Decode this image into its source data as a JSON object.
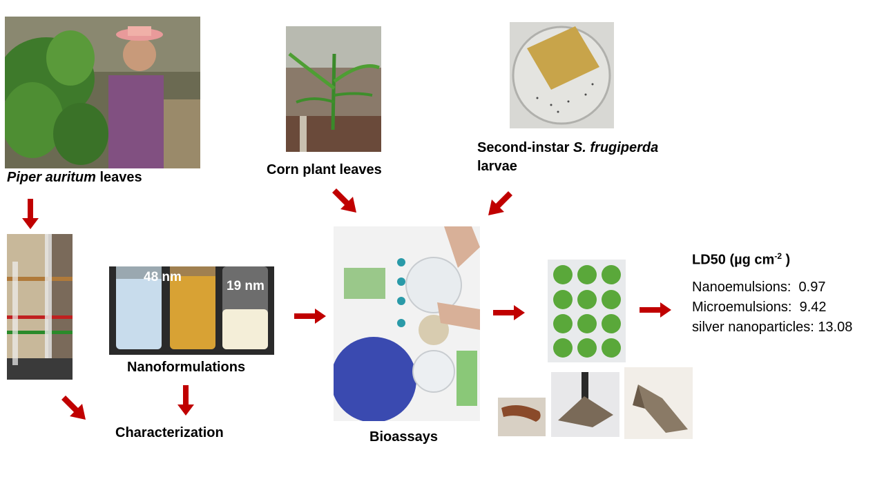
{
  "labels": {
    "piper_italic": "Piper auritum",
    "piper_rest": " leaves",
    "corn": "Corn plant leaves",
    "larvae_line1_prefix": "Second-instar ",
    "larvae_line1_italic": "S. frugiperda",
    "larvae_line2": "larvae",
    "nanoformulations": "Nanoformulations",
    "characterization": "Characterization",
    "bioassays": "Bioassays"
  },
  "particle_sizes": {
    "tube2": "48 nm",
    "tube3": "19 nm"
  },
  "ld50": {
    "title_prefix": "LD50 (µg cm",
    "title_exp": "-2",
    "title_suffix": " )",
    "rows": [
      {
        "label": "Nanoemulsions:",
        "value": "0.97"
      },
      {
        "label": "Microemulsions:",
        "value": "9.42"
      },
      {
        "label": "silver nanoparticles:",
        "value": "13.08"
      }
    ]
  },
  "colors": {
    "arrow": "#c00000",
    "leaf": "#3e8e2b",
    "text": "#000000"
  }
}
